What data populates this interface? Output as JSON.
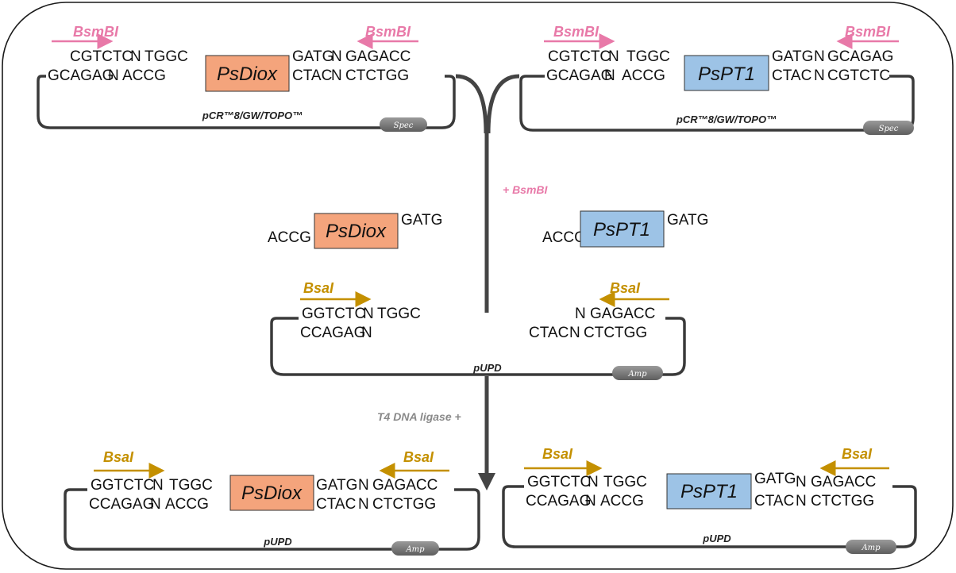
{
  "colors": {
    "bsmbi": "#e879a8",
    "bsai": "#c49000",
    "psdiox_box": "#f4a47c",
    "pspt1_box": "#9dc3e6",
    "backbone": "#3a3a3a",
    "pill": "#7a7a7a",
    "step_label": "#8a8a8a"
  },
  "icons": {
    "enzyme_site_arrow": "arrow-icon",
    "process_arrow": "arrow-down-icon"
  },
  "enzymes": {
    "bsmbi": "BsmBI",
    "bsai": "BsaI"
  },
  "genes": {
    "psdiox": "PsDiox",
    "pspt1": "PsPT1"
  },
  "vectors": {
    "topo": "pCR™8/GW/TOPO™",
    "pupd": "pUPD",
    "spec": "Spec",
    "amp": "Amp"
  },
  "steps": {
    "digest": "+ BsmBI",
    "ligate": "T4 DNA ligase +"
  },
  "sequences": {
    "topo_psdiox": {
      "top_left": "CGTCTC",
      "n": "N",
      "top_oh": "TGGC",
      "bot_left": "GCAGAG",
      "bot_oh": "ACCG",
      "top_right_oh": "GATG",
      "top_right": "GAGACC",
      "bot_right_oh": "CTAC",
      "bot_right": "CTCTGG"
    },
    "topo_pspt1": {
      "top_left": "CGTCTC",
      "n": "N",
      "top_oh": "TGGC",
      "bot_left": "GCAGAG",
      "bot_oh": "ACCG",
      "top_right_oh": "GATG",
      "top_right": "GCAGAG",
      "bot_right_oh": "CTAC",
      "bot_right": "CGTCTC"
    },
    "fragment": {
      "left_oh": "ACCG",
      "right_oh": "GATG"
    },
    "pupd_open": {
      "top_left": "GGTCTC",
      "n": "N",
      "top_oh": "TGGC",
      "bot_left": "CCAGAG",
      "top_right": "GAGACC",
      "bot_right_oh": "CTAC",
      "bot_right": "CTCTGG"
    },
    "pupd_product": {
      "top_left": "GGTCTC",
      "n": "N",
      "top_oh": "TGGC",
      "bot_left": "CCAGAG",
      "bot_oh": "ACCG",
      "top_right_oh": "GATG",
      "top_right": "GAGACC",
      "bot_right_oh": "CTAC",
      "bot_right": "CTCTGG"
    }
  }
}
